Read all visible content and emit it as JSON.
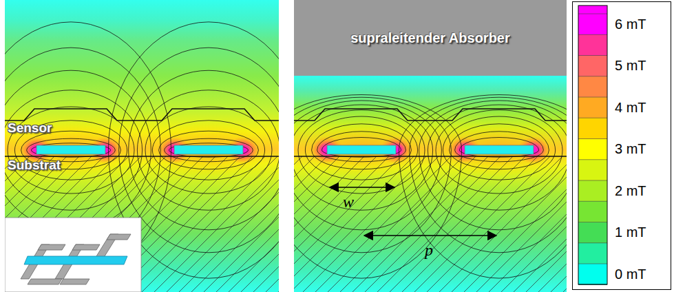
{
  "diagram": {
    "nodes": [
      {
        "text": [
          "supraleitender Absorber"
        ]
      }
    ],
    "labels": [
      "Sensor",
      "Substrat",
      "w",
      "p"
    ],
    "legend": [
      {
        "text": "6 mT",
        "color": "#ff00ff"
      },
      {
        "text": "5 mT",
        "color": "#ff6666"
      },
      {
        "text": "4 mT",
        "color": "#ffaa22"
      },
      {
        "text": "3 mT",
        "color": "#ffff00"
      },
      {
        "text": "2 mT",
        "color": "#aaee22"
      },
      {
        "text": "1 mT",
        "color": "#44dd55"
      },
      {
        "text": "0 mT",
        "color": "#00ffee"
      }
    ]
  }
}
